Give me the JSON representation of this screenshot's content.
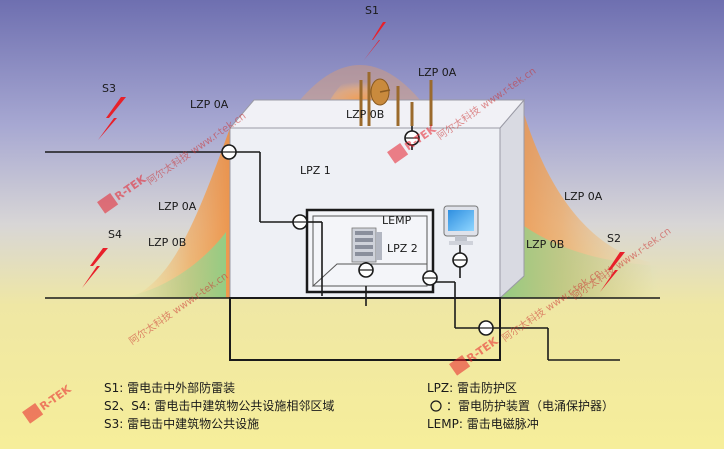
{
  "zones": {
    "s1": "S1",
    "s2": "S2",
    "s3": "S3",
    "s4": "S4",
    "lzp0a_top": "LZP 0A",
    "lzp0b_top": "LZP 0B",
    "lzp0a_left": "LZP 0A",
    "lzp0a_left2": "LZP 0A",
    "lzp0b_left": "LZP 0B",
    "lzp0a_right": "LZP 0A",
    "lzp0b_right": "LZP 0B",
    "lpz1": "LPZ 1",
    "lpz2": "LPZ 2",
    "lemp": "LEMP"
  },
  "watermarks": {
    "brand": "R-TEK",
    "text1": "阿尔太科技 www.r-tek.cn",
    "text2": "阿尔太科技 www.r-tek.cn",
    "text3": "阿尔太科技 www.r-tek.cn",
    "text4": "阿尔太科技 www.r-tek.cn",
    "text5": "阿尔太科技 www.r-tek.cn"
  },
  "legend": {
    "left": [
      "S1: 雷电击中外部防雷装",
      "S2、S4: 雷电击中建筑物公共设施相邻区域",
      "S3: 雷电击中建筑物公共设施"
    ],
    "right": [
      "LPZ: 雷击防护区",
      "：雷电防护装置（电涌保护器）",
      "LEMP: 雷击电磁脉冲"
    ]
  },
  "colors": {
    "lightning": "#e8202a",
    "line": "#1a1a1a",
    "building_front": "#eef0f5",
    "building_side": "#e3e4ea",
    "building_top": "#f1f1f6",
    "brand": "#e8202a"
  }
}
